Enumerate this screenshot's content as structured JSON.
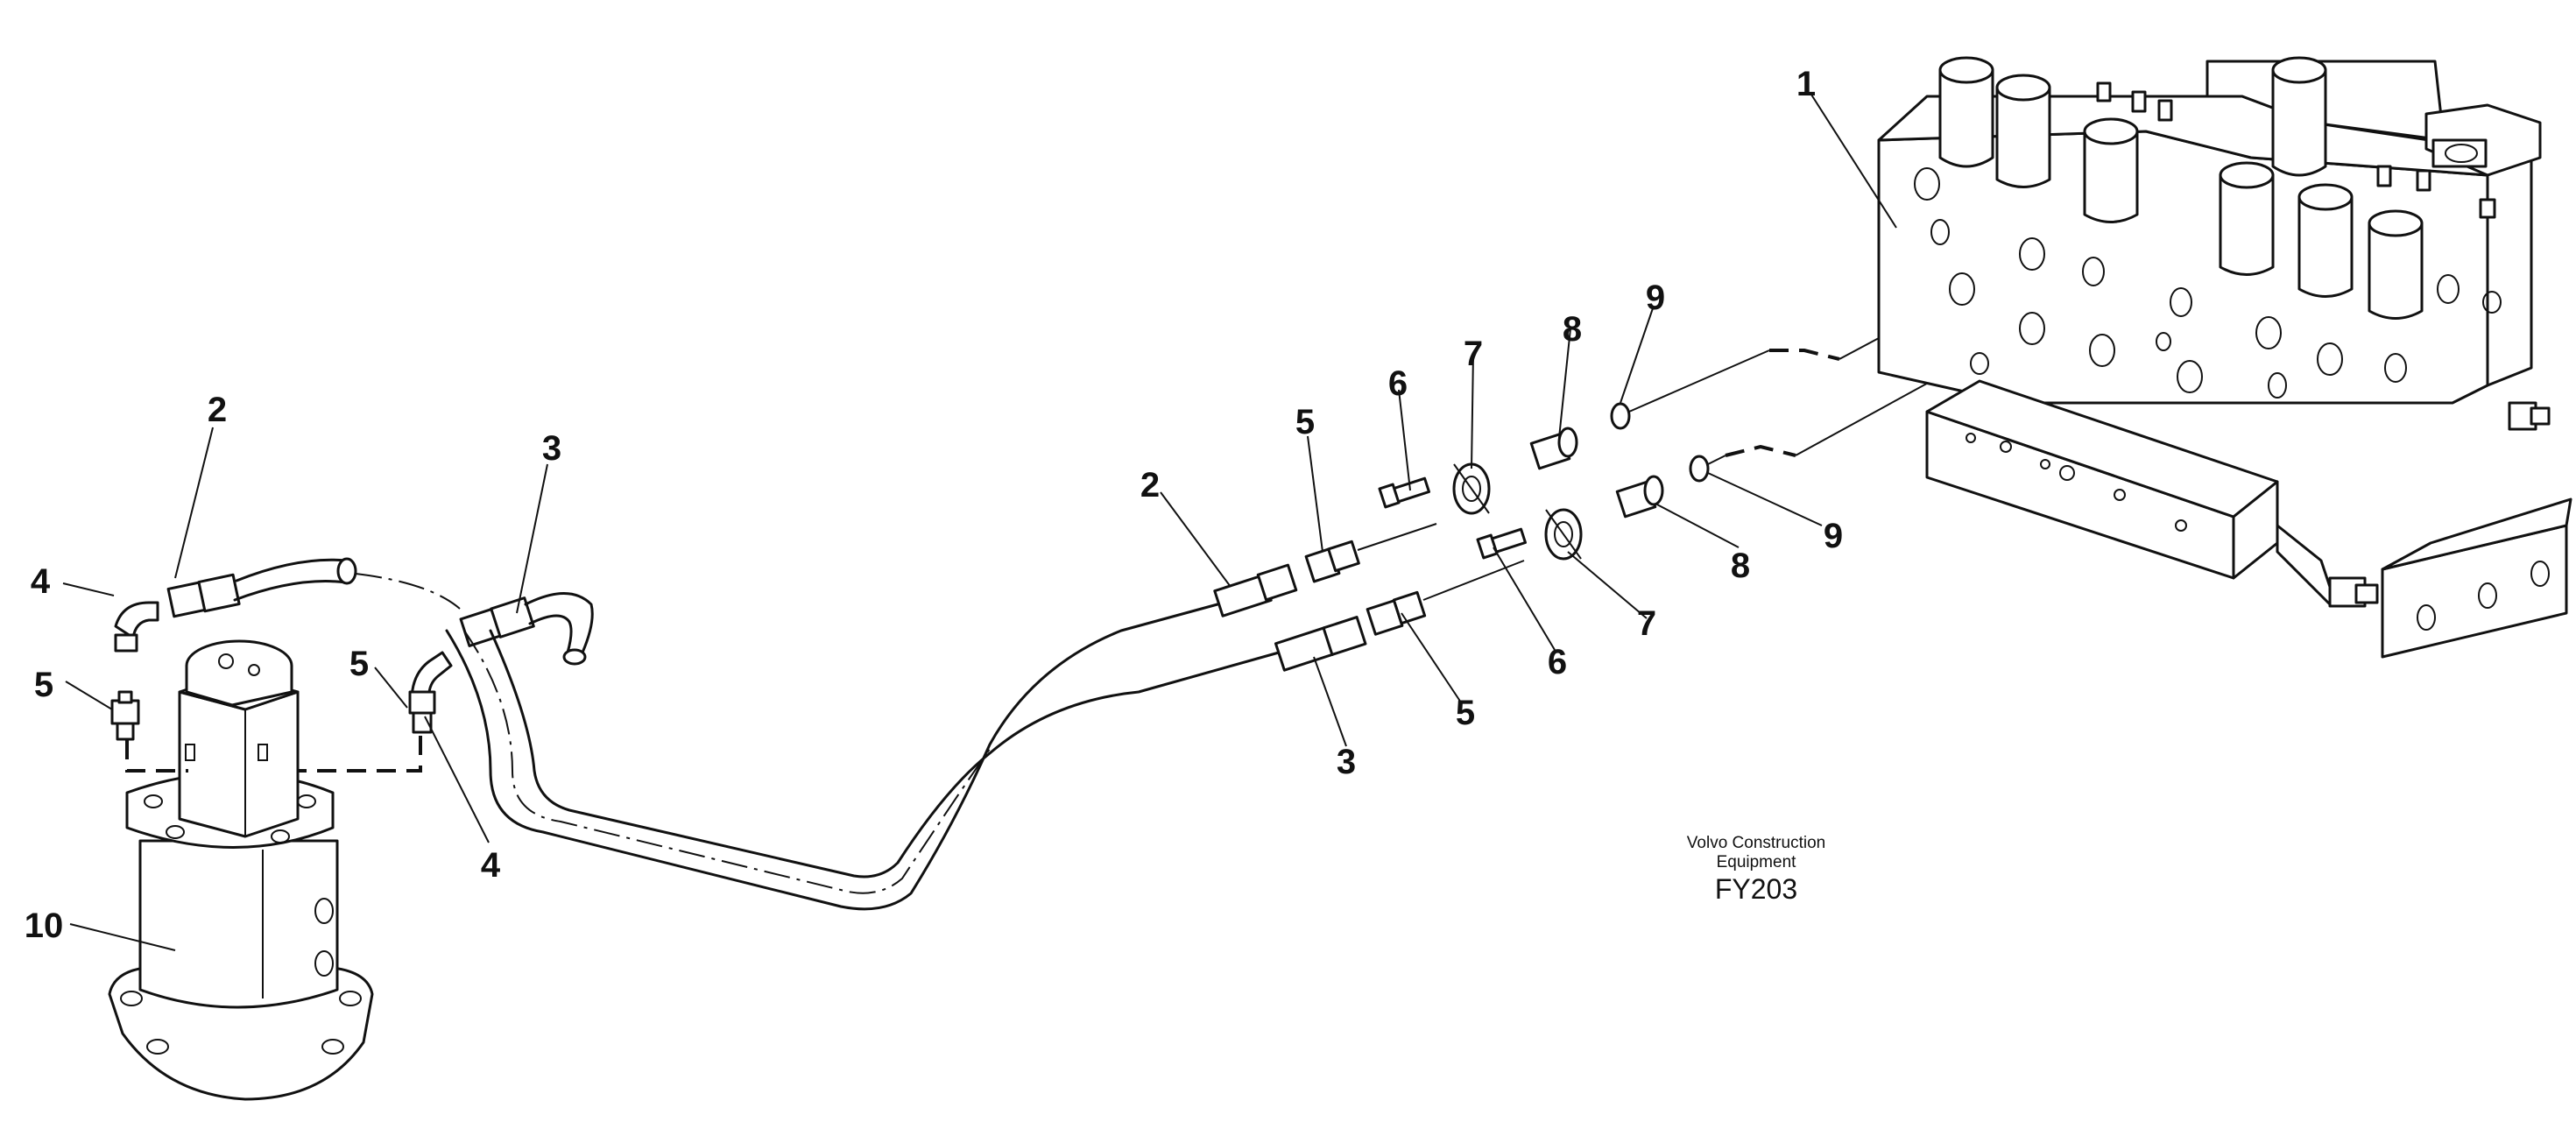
{
  "callouts": [
    {
      "id": "c1",
      "text": "1"
    },
    {
      "id": "c2a",
      "text": "2"
    },
    {
      "id": "c3a",
      "text": "3"
    },
    {
      "id": "c4a",
      "text": "4"
    },
    {
      "id": "c5a",
      "text": "5"
    },
    {
      "id": "c5b",
      "text": "5"
    },
    {
      "id": "c4b",
      "text": "4"
    },
    {
      "id": "c10",
      "text": "10"
    },
    {
      "id": "c2b",
      "text": "2"
    },
    {
      "id": "c5c",
      "text": "5"
    },
    {
      "id": "c6a",
      "text": "6"
    },
    {
      "id": "c7a",
      "text": "7"
    },
    {
      "id": "c8a",
      "text": "8"
    },
    {
      "id": "c9a",
      "text": "9"
    },
    {
      "id": "c3b",
      "text": "3"
    },
    {
      "id": "c5d",
      "text": "5"
    },
    {
      "id": "c6b",
      "text": "6"
    },
    {
      "id": "c7b",
      "text": "7"
    },
    {
      "id": "c8b",
      "text": "8"
    },
    {
      "id": "c9b",
      "text": "9"
    }
  ],
  "credit": {
    "line1": "Volvo Construction",
    "line2": "Equipment",
    "code": "FY203"
  },
  "colors": {
    "ink": "#111111",
    "paper": "#ffffff"
  }
}
